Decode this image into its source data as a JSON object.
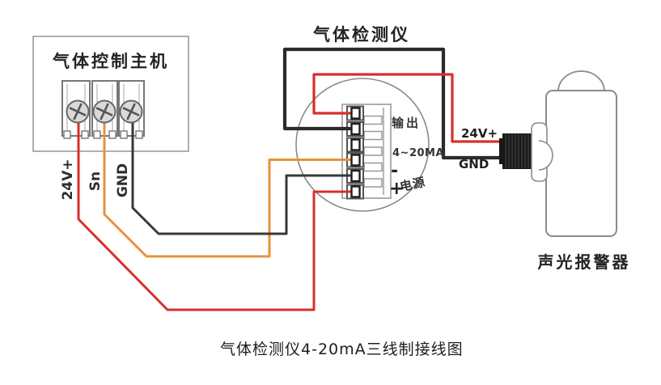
{
  "colors": {
    "red": "#d6302c",
    "orange": "#e8913b",
    "wire_black": "#383838",
    "loop_black": "#2b2b2b",
    "outline_gray": "#8a8a8a",
    "screw_fill": "#d9d9d9",
    "gland_black": "#171717"
  },
  "host": {
    "title": "气体控制主机",
    "wire_labels": [
      "24V+",
      "Sn",
      "GND"
    ]
  },
  "detector": {
    "title": "气体检测仪",
    "terminal_labels": {
      "output": "输出",
      "signal": "4~20MA",
      "minus": "-",
      "power": "电源",
      "plus": "+"
    }
  },
  "alarm": {
    "title": "声光报警器",
    "wire_labels": {
      "positive": "24V+",
      "ground": "GND"
    }
  },
  "caption": "气体检测仪4-20mA三线制接线图"
}
